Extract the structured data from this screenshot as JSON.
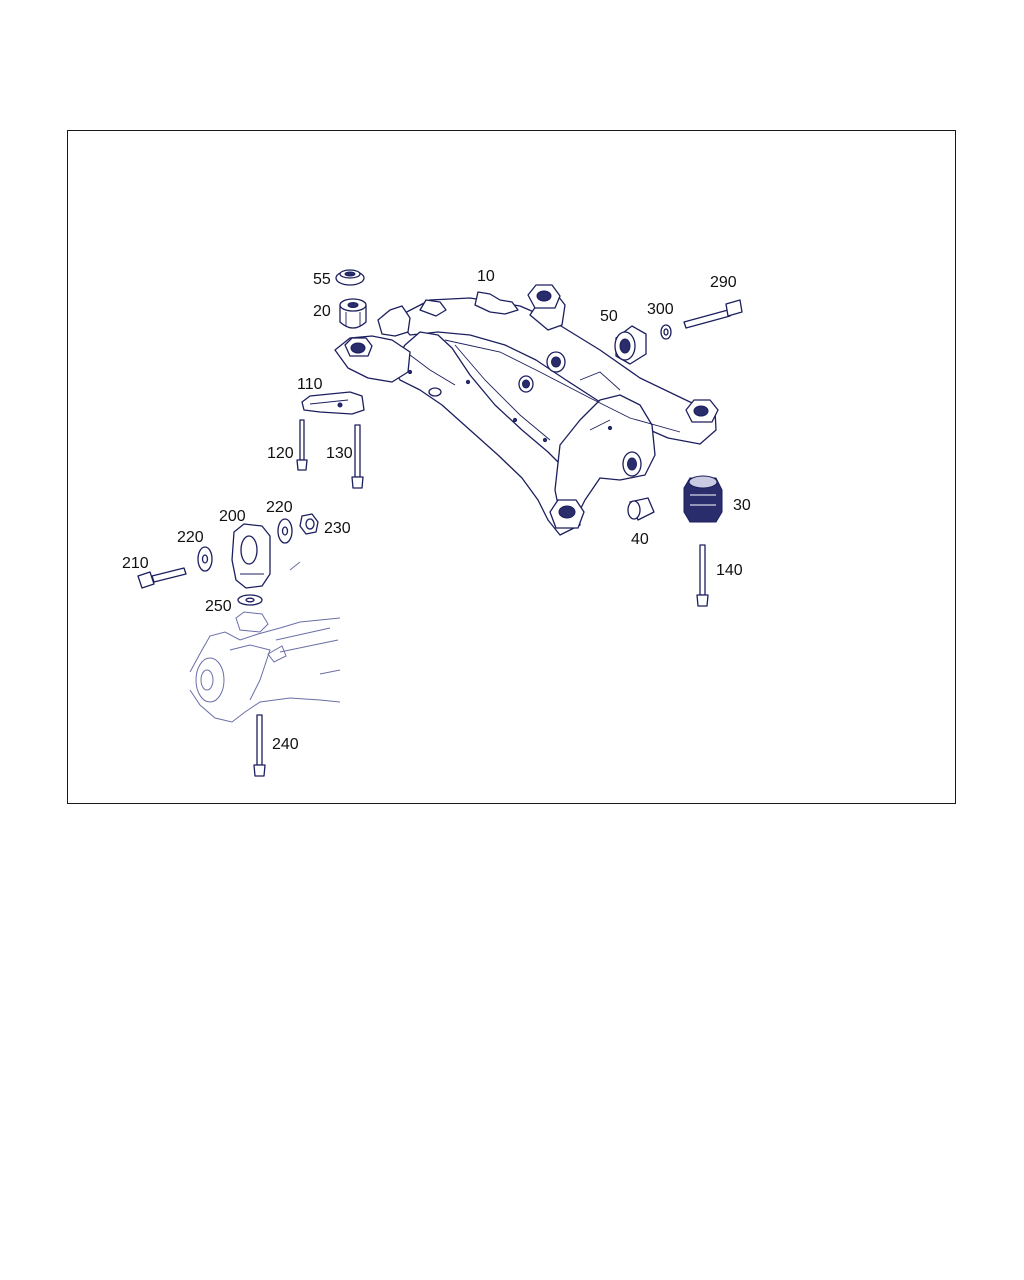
{
  "parts": [
    {
      "key": "p10",
      "number": "10"
    },
    {
      "key": "p20",
      "number": "20"
    },
    {
      "key": "p30",
      "number": "30"
    },
    {
      "key": "p40",
      "number": "40"
    },
    {
      "key": "p50",
      "number": "50"
    },
    {
      "key": "p55",
      "number": "55"
    },
    {
      "key": "p110",
      "number": "110"
    },
    {
      "key": "p120",
      "number": "120"
    },
    {
      "key": "p130",
      "number": "130"
    },
    {
      "key": "p140",
      "number": "140"
    },
    {
      "key": "p200",
      "number": "200"
    },
    {
      "key": "p210",
      "number": "210"
    },
    {
      "key": "p220a",
      "number": "220"
    },
    {
      "key": "p220b",
      "number": "220"
    },
    {
      "key": "p230",
      "number": "230"
    },
    {
      "key": "p240",
      "number": "240"
    },
    {
      "key": "p250",
      "number": "250"
    },
    {
      "key": "p290",
      "number": "290"
    },
    {
      "key": "p300",
      "number": "300"
    }
  ]
}
